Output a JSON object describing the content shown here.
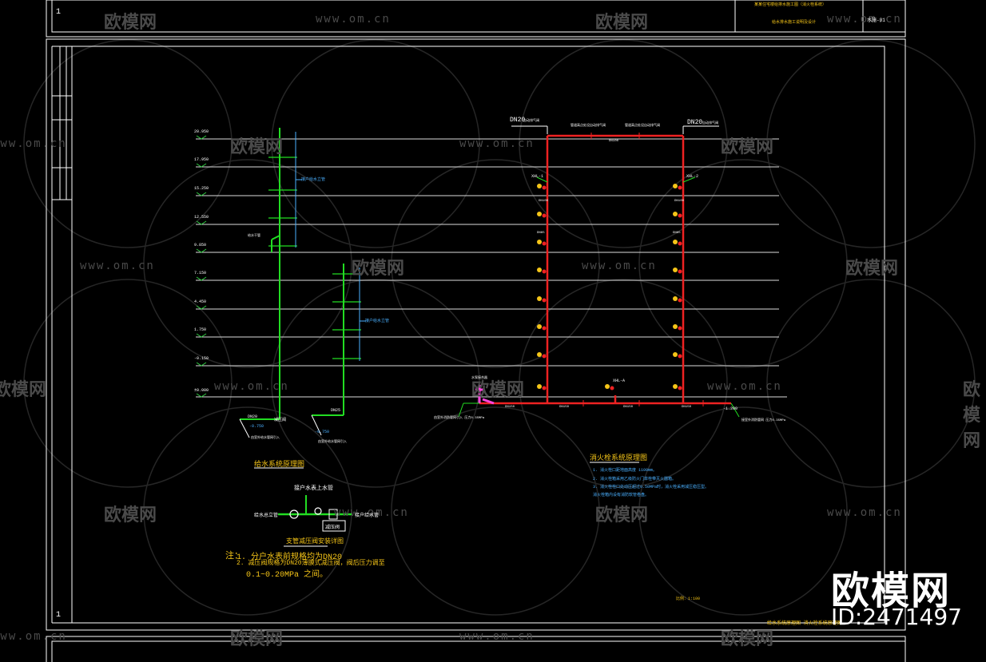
{
  "watermark": {
    "site": "www.om.cn",
    "brand": "欧模网",
    "big_brand": "欧模网",
    "id": "ID:2471497"
  },
  "frame": {
    "sheet_number": "1",
    "top_title_line1": "某某住宅楼给排水施工图（消火栓系统）",
    "top_title_line2": "给水排水施工说明及设计",
    "top_code": "水施-01"
  },
  "water_diagram": {
    "title": "给水系统原理图",
    "elevations": [
      "20.950",
      "17.950",
      "15.250",
      "12.550",
      "9.850",
      "7.150",
      "4.450",
      "1.750",
      "-0.150",
      "±0.000"
    ],
    "riser_note_1": "接户给水立管",
    "riser_note_2": "接户给水立管",
    "pipe_size_a": "DN20",
    "pipe_size_b": "DN25",
    "depth_a": "-0.750",
    "depth_b": "-0.750",
    "entry_label_a": "由室外给水管网引入",
    "entry_label_b": "由室外给水管网引入",
    "valve_label": "减压阀",
    "main_label": "给水干管"
  },
  "valve_detail": {
    "top_label": "接户水表上水管",
    "left_label": "给水总立管",
    "right_label": "接户给水管",
    "bottom_label": "减压阀",
    "title": "支管减压阀安装详图"
  },
  "notes": {
    "prefix": "注：",
    "n1": "1.  分户水表前规格均为DN20",
    "n2": "2.  减压阀规格为DN20薄膜式减压阀，阀后压力调至",
    "n3": "0.1~0.20MPa 之间。"
  },
  "fire_diagram": {
    "dn_left": "DN20",
    "dn_right": "DN20",
    "vent_label": "自动排气阀",
    "top_pipe_label_a": "管道高点处设自动排气阀",
    "top_pipe_label_b": "管道高点处设自动排气阀",
    "riser_left": "XHL-1",
    "riser_right": "XHL-2",
    "riser_bottom": "XHL-A",
    "top_pipe_size": "DN100",
    "riser_size": "DN100",
    "hydrant_size": "DN65",
    "bottom_pipe_size": "DN150",
    "bottom_elev": "-1.200",
    "inlet_label": "由室外消防管网引入 压力0.35MPa",
    "outlet_label": "接室外消防管网 压力0.35MPa",
    "pump_label": "水泵接合器",
    "title": "消火栓系统原理图",
    "note1": "1.  消火栓口距地面高度 1100mm。",
    "note2": "2.  消火栓箱采用乙级防火门单栓带灭火器箱。",
    "note3": "3.  消火栓栓口处动压超过0.50MPa时，消火栓采用减压稳压型。",
    "note4": "    消火栓箱内设有消防软管卷盘。"
  },
  "footer": {
    "caption": "给水系统原理图    消火栓系统原理图",
    "scale_note": "比例：1:100"
  }
}
